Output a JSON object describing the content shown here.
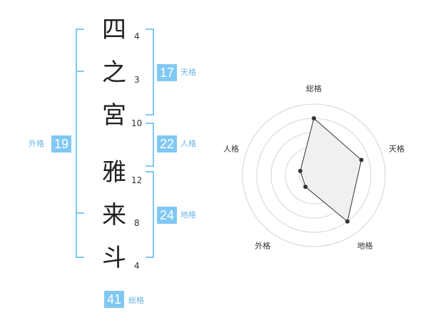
{
  "name_chars": [
    {
      "char": "四",
      "strokes": "4"
    },
    {
      "char": "之",
      "strokes": "3"
    },
    {
      "char": "宮",
      "strokes": "10"
    },
    {
      "char": "雅",
      "strokes": "12"
    },
    {
      "char": "来",
      "strokes": "8"
    },
    {
      "char": "斗",
      "strokes": "4"
    }
  ],
  "kaku": {
    "tenkaku": {
      "value": "17",
      "label": "天格"
    },
    "jinkaku": {
      "value": "22",
      "label": "人格"
    },
    "chikaku": {
      "value": "24",
      "label": "地格"
    },
    "gaikaku": {
      "value": "19",
      "label": "外格"
    },
    "soukaku": {
      "value": "41",
      "label": "総格"
    }
  },
  "radar": {
    "axes": [
      "総格",
      "天格",
      "地格",
      "外格",
      "人格"
    ],
    "values": [
      4,
      3.5,
      4,
      1,
      1
    ],
    "max": 5,
    "fill_color": "#f0f0f0",
    "line_color": "#333333"
  },
  "colors": {
    "accent": "#80c8f3",
    "label": "#6cb6e6"
  }
}
